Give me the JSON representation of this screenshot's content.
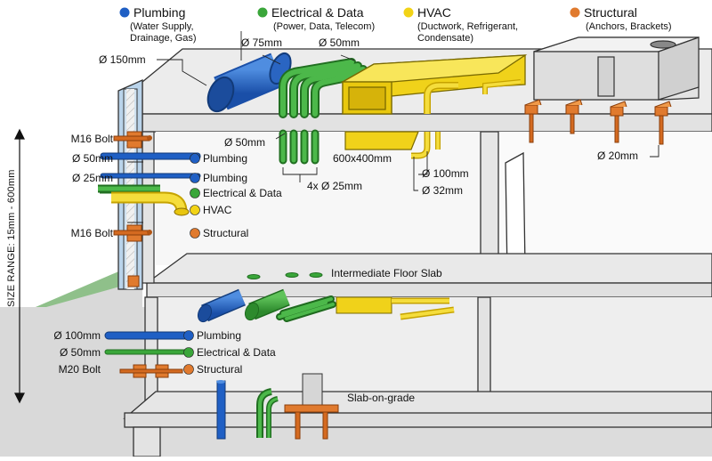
{
  "colors": {
    "plumbing": "#1f5fc4",
    "electrical": "#3aa63a",
    "hvac": "#f2d316",
    "structural": "#e07a2e",
    "concrete": "#e9e9e9",
    "outline": "#333333",
    "ground": "#d7d7d7",
    "grass": "#8fc08a"
  },
  "legend": [
    {
      "key": "plumbing",
      "title": "Plumbing",
      "sub1": "(Water Supply,",
      "sub2": "Drainage, Gas)",
      "icon": "blue-dot-icon"
    },
    {
      "key": "electrical",
      "title": "Electrical & Data",
      "sub1": "(Power, Data, Telecom)",
      "sub2": "",
      "icon": "green-dot-icon"
    },
    {
      "key": "hvac",
      "title": "HVAC",
      "sub1": "(Ductwork, Refrigerant,",
      "sub2": "Condensate)",
      "icon": "yellow-dot-icon"
    },
    {
      "key": "structural",
      "title": "Structural",
      "sub1": "(Anchors, Brackets)",
      "sub2": "",
      "icon": "orange-dot-icon"
    }
  ],
  "roof_labels": {
    "d150": "Ø 150mm",
    "d75": "Ø 75mm",
    "d50_top": "Ø 50mm",
    "d50_under": "Ø 50mm",
    "conduits": "4x Ø 25mm",
    "duct": "600x400mm",
    "d100": "Ø 100mm",
    "d32": "Ø 32mm",
    "d20": "Ø 20mm"
  },
  "wall_rows": [
    {
      "size": "M16 Bolt",
      "service": ""
    },
    {
      "size": "Ø 50mm",
      "service": "Plumbing"
    },
    {
      "size": "Ø 25mm",
      "service": "Plumbing"
    },
    {
      "size": "",
      "service": "Electrical & Data"
    },
    {
      "size": "",
      "service": "HVAC"
    },
    {
      "size": "M16 Bolt",
      "service": "Structural"
    }
  ],
  "lower_rows": [
    {
      "size": "Ø 100mm",
      "service": "Plumbing"
    },
    {
      "size": "Ø 50mm",
      "service": "Electrical & Data"
    },
    {
      "size": "M20 Bolt",
      "service": "Structural"
    }
  ],
  "slabs": {
    "intermediate": "Intermediate Floor Slab",
    "grade": "Slab-on-grade"
  },
  "size_range": "SIZE RANGE: 15mm - 600mm"
}
